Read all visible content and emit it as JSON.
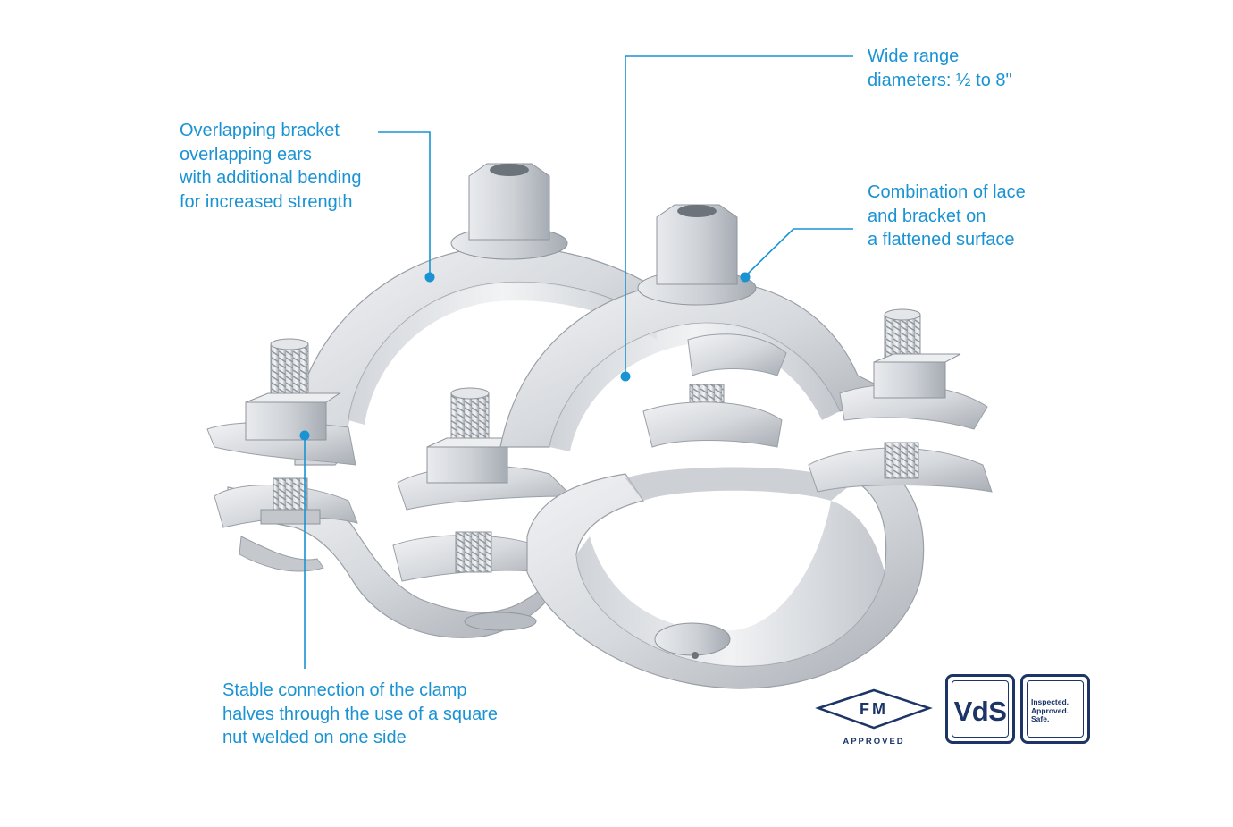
{
  "callouts": {
    "bracket": [
      "Overlapping bracket",
      "overlapping ears",
      "with additional bending",
      "for increased strength"
    ],
    "range": [
      "Wide range",
      "diameters: ½ to 8\""
    ],
    "combination": [
      "Combination of lace",
      "and bracket on",
      "a flattened surface"
    ],
    "connection": [
      "Stable connection of the clamp",
      "halves through the use of a square",
      "nut welded on one side"
    ]
  },
  "badges": {
    "fm": {
      "mark": "FM",
      "caption": "APPROVED"
    },
    "vds": {
      "mark": "VdS"
    },
    "inspected": {
      "lines": [
        "Inspected.",
        "Approved.",
        "Safe."
      ]
    }
  },
  "colors": {
    "accent": "#1a93d3",
    "badge": "#1c3566",
    "metal": "#d3d6da"
  }
}
